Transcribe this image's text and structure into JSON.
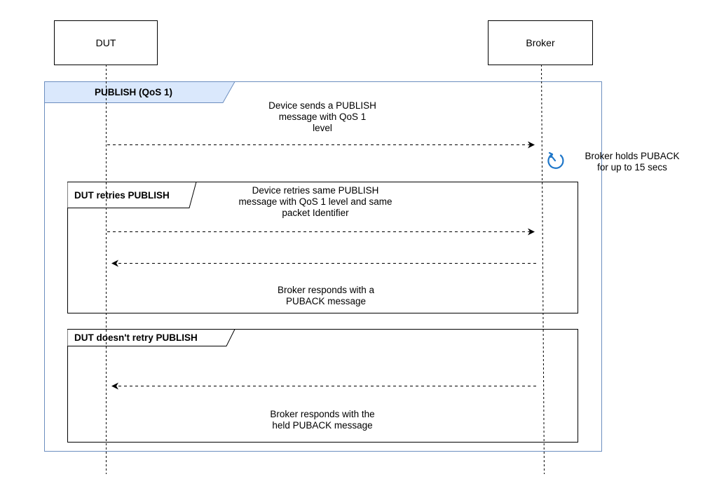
{
  "participants": {
    "dut": "DUT",
    "broker": "Broker"
  },
  "frames": {
    "outer": {
      "label": "PUBLISH (QoS 1)"
    },
    "retry": {
      "label": "DUT retries PUBLISH"
    },
    "noretry": {
      "label": "DUT doesn't retry PUBLISH"
    }
  },
  "messages": {
    "m1": {
      "text": "Device sends a PUBLISH\nmessage with QoS 1\nlevel",
      "from": "DUT",
      "to": "Broker"
    },
    "m2": {
      "text": "Device retries same PUBLISH\nmessage with QoS 1 level and same\npacket Identifier",
      "from": "DUT",
      "to": "Broker"
    },
    "m3": {
      "text": "Broker responds with a\nPUBACK message",
      "from": "Broker",
      "to": "DUT"
    },
    "m4": {
      "text": "Broker responds with the\nheld PUBACK message",
      "from": "Broker",
      "to": "DUT"
    }
  },
  "note": {
    "icon": "timer-icon",
    "text": "Broker holds PUBACK\nfor up to 15 secs"
  },
  "colors": {
    "outer_frame": "#6c8ebf",
    "outer_label_fill": "#dae8fc",
    "timer": "#1f77c9"
  }
}
